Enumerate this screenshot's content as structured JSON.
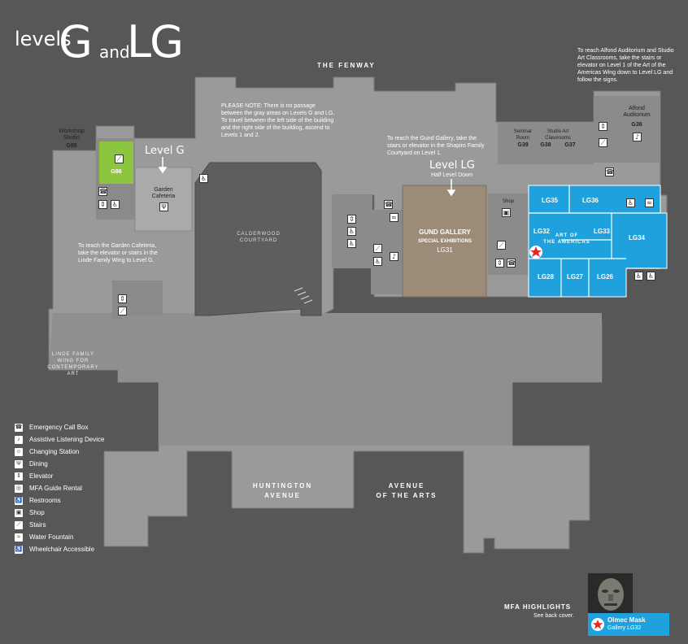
{
  "title": {
    "prefix": "levels",
    "big1": "G",
    "and": "and",
    "big2": "LG"
  },
  "streets": {
    "fenway": "THE FENWAY",
    "huntington": "HUNTINGTON\nAVENUE",
    "avenue_arts": "AVENUE\nOF THE ARTS"
  },
  "notes": {
    "please_note": "PLEASE NOTE: There is no passage between the gray areas on Levels G and LG. To travel between the left side of the building and the right side of the building, ascend to Levels 1 and 2.",
    "alfond": "To reach Alfond Auditorium and Studio Art Classrooms, take the stairs or elevator on Level 1 of the Art of the Americas Wing down to Level LG and follow the signs.",
    "gund": "To reach the Gund Gallery, take the stairs or elevator in the Shapiro Family Courtyard on Level 1.",
    "garden": "To reach the Garden Cafeteria, take the elevator or stairs in the Linde Family Wing to Level G."
  },
  "levels": {
    "g": "Level G",
    "lg": "Level LG",
    "lg_sub": "Half Level Down"
  },
  "rooms": {
    "workshop": "Workshop\nStudio",
    "g85": "G85",
    "g86": "G86",
    "garden": "Garden\nCafeteria",
    "calderwood": "CALDERWOOD\nCOURTYARD",
    "linde": "LINDE FAMILY\nWING FOR\nCONTEMPORARY\nART",
    "seminar": "Seminar\nRoom",
    "g39": "G39",
    "studio_art": "Studio Art\nClassrooms",
    "g38": "G38",
    "g37": "G37",
    "alfond": "Alfond\nAuditorium",
    "g36": "G36",
    "shop": "Shop",
    "gund": "GUND GALLERY",
    "gund_sub": "SPECIAL EXHIBITIONS",
    "lg31": "LG31",
    "lg35": "LG35",
    "lg36": "LG36",
    "lg32": "LG32",
    "lg33": "LG33",
    "lg34": "LG34",
    "americas": "ART OF\nTHE AMERICAS",
    "lg28": "LG28",
    "lg27": "LG27",
    "lg26": "LG26"
  },
  "legend": [
    {
      "icon": "phone-icon",
      "glyph": "☎",
      "label": "Emergency Call Box"
    },
    {
      "icon": "ear-icon",
      "glyph": "♪",
      "label": "Assistive Listening Device"
    },
    {
      "icon": "baby-icon",
      "glyph": "☺",
      "label": "Changing Station"
    },
    {
      "icon": "dining-icon",
      "glyph": "Ψ",
      "label": "Dining"
    },
    {
      "icon": "elevator-icon",
      "glyph": "⇕",
      "label": "Elevator"
    },
    {
      "icon": "guide-icon",
      "glyph": "◎",
      "label": "MFA Guide Rental"
    },
    {
      "icon": "restroom-icon",
      "glyph": "♿",
      "label": "Restrooms"
    },
    {
      "icon": "shop-icon",
      "glyph": "▣",
      "label": "Shop"
    },
    {
      "icon": "stairs-icon",
      "glyph": "⟋",
      "label": "Stairs"
    },
    {
      "icon": "fountain-icon",
      "glyph": "≈",
      "label": "Water Fountain"
    },
    {
      "icon": "wheelchair-icon",
      "glyph": "♿",
      "label": "Wheelchair Accessible"
    }
  ],
  "highlights": {
    "title": "MFA HIGHLIGHTS",
    "sub": "See back cover.",
    "item": "Olmec Mask",
    "gallery": "Gallery LG32"
  },
  "colors": {
    "bg": "#575757",
    "floor": "#9a9a9a",
    "floor_dark": "#8d8d8d",
    "green": "#8cc63f",
    "blue": "#1ea1dc",
    "gund": "#9c8b76",
    "court": "#5e5e5e",
    "star": "#e12a2a"
  }
}
